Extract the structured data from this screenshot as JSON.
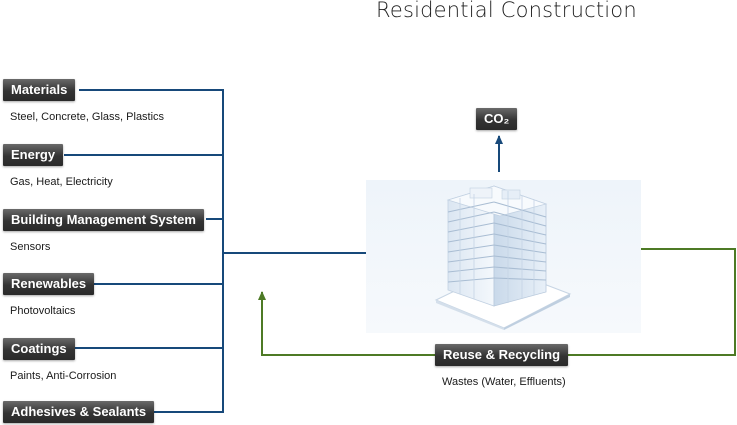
{
  "title": "Residential Construction",
  "inputs": [
    {
      "label": "Materials",
      "description": "Steel, Concrete, Glass, Plastics"
    },
    {
      "label": "Energy",
      "description": "Gas, Heat, Electricity"
    },
    {
      "label": "Building Management System",
      "description": "Sensors"
    },
    {
      "label": "Renewables",
      "description": "Photovoltaics"
    },
    {
      "label": "Coatings",
      "description": "Paints, Anti-Corrosion"
    },
    {
      "label": "Adhesives & Sealants",
      "description": ""
    }
  ],
  "emission": {
    "label": "CO₂"
  },
  "recycling": {
    "label": "Reuse & Recycling",
    "description": "Wastes (Water, Effluents)"
  },
  "colors": {
    "input_lines": "#17497a",
    "recycle_lines": "#4d7a25",
    "label_box": "#3a3a3a"
  },
  "icons": {
    "building": "residential-building-icon"
  }
}
